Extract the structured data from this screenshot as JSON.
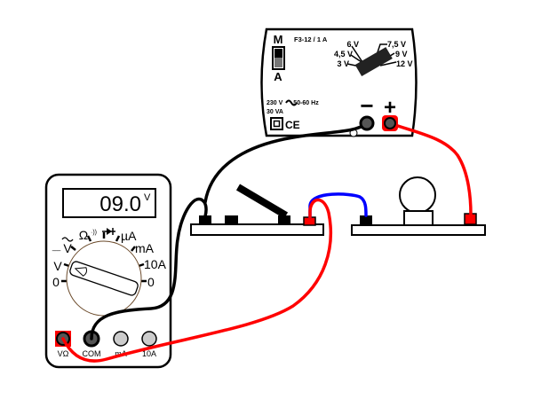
{
  "power_supply": {
    "mode_top": "M",
    "mode_bottom": "A",
    "fuse": "F3-12 / 1 A",
    "voltages_left": [
      "6 V",
      "4,5 V",
      "3 V"
    ],
    "voltages_right": [
      "7,5 V",
      "9 V",
      "12 V"
    ],
    "mains": "230 V",
    "freq": "50-60 Hz",
    "power": "30 VA",
    "ce": "CE",
    "minus": "−",
    "plus": "+"
  },
  "multimeter": {
    "reading": "09.0",
    "unit": "V",
    "dial_left": [
      "0",
      "V",
      "V",
      "Ω"
    ],
    "dial_right": [
      "µA",
      "mA",
      "10A",
      "0"
    ],
    "jacks": [
      "VΩ",
      "COM",
      "mA",
      "10A"
    ]
  },
  "colors": {
    "red": "#ff0000",
    "blue": "#0000ff",
    "black": "#000000"
  }
}
